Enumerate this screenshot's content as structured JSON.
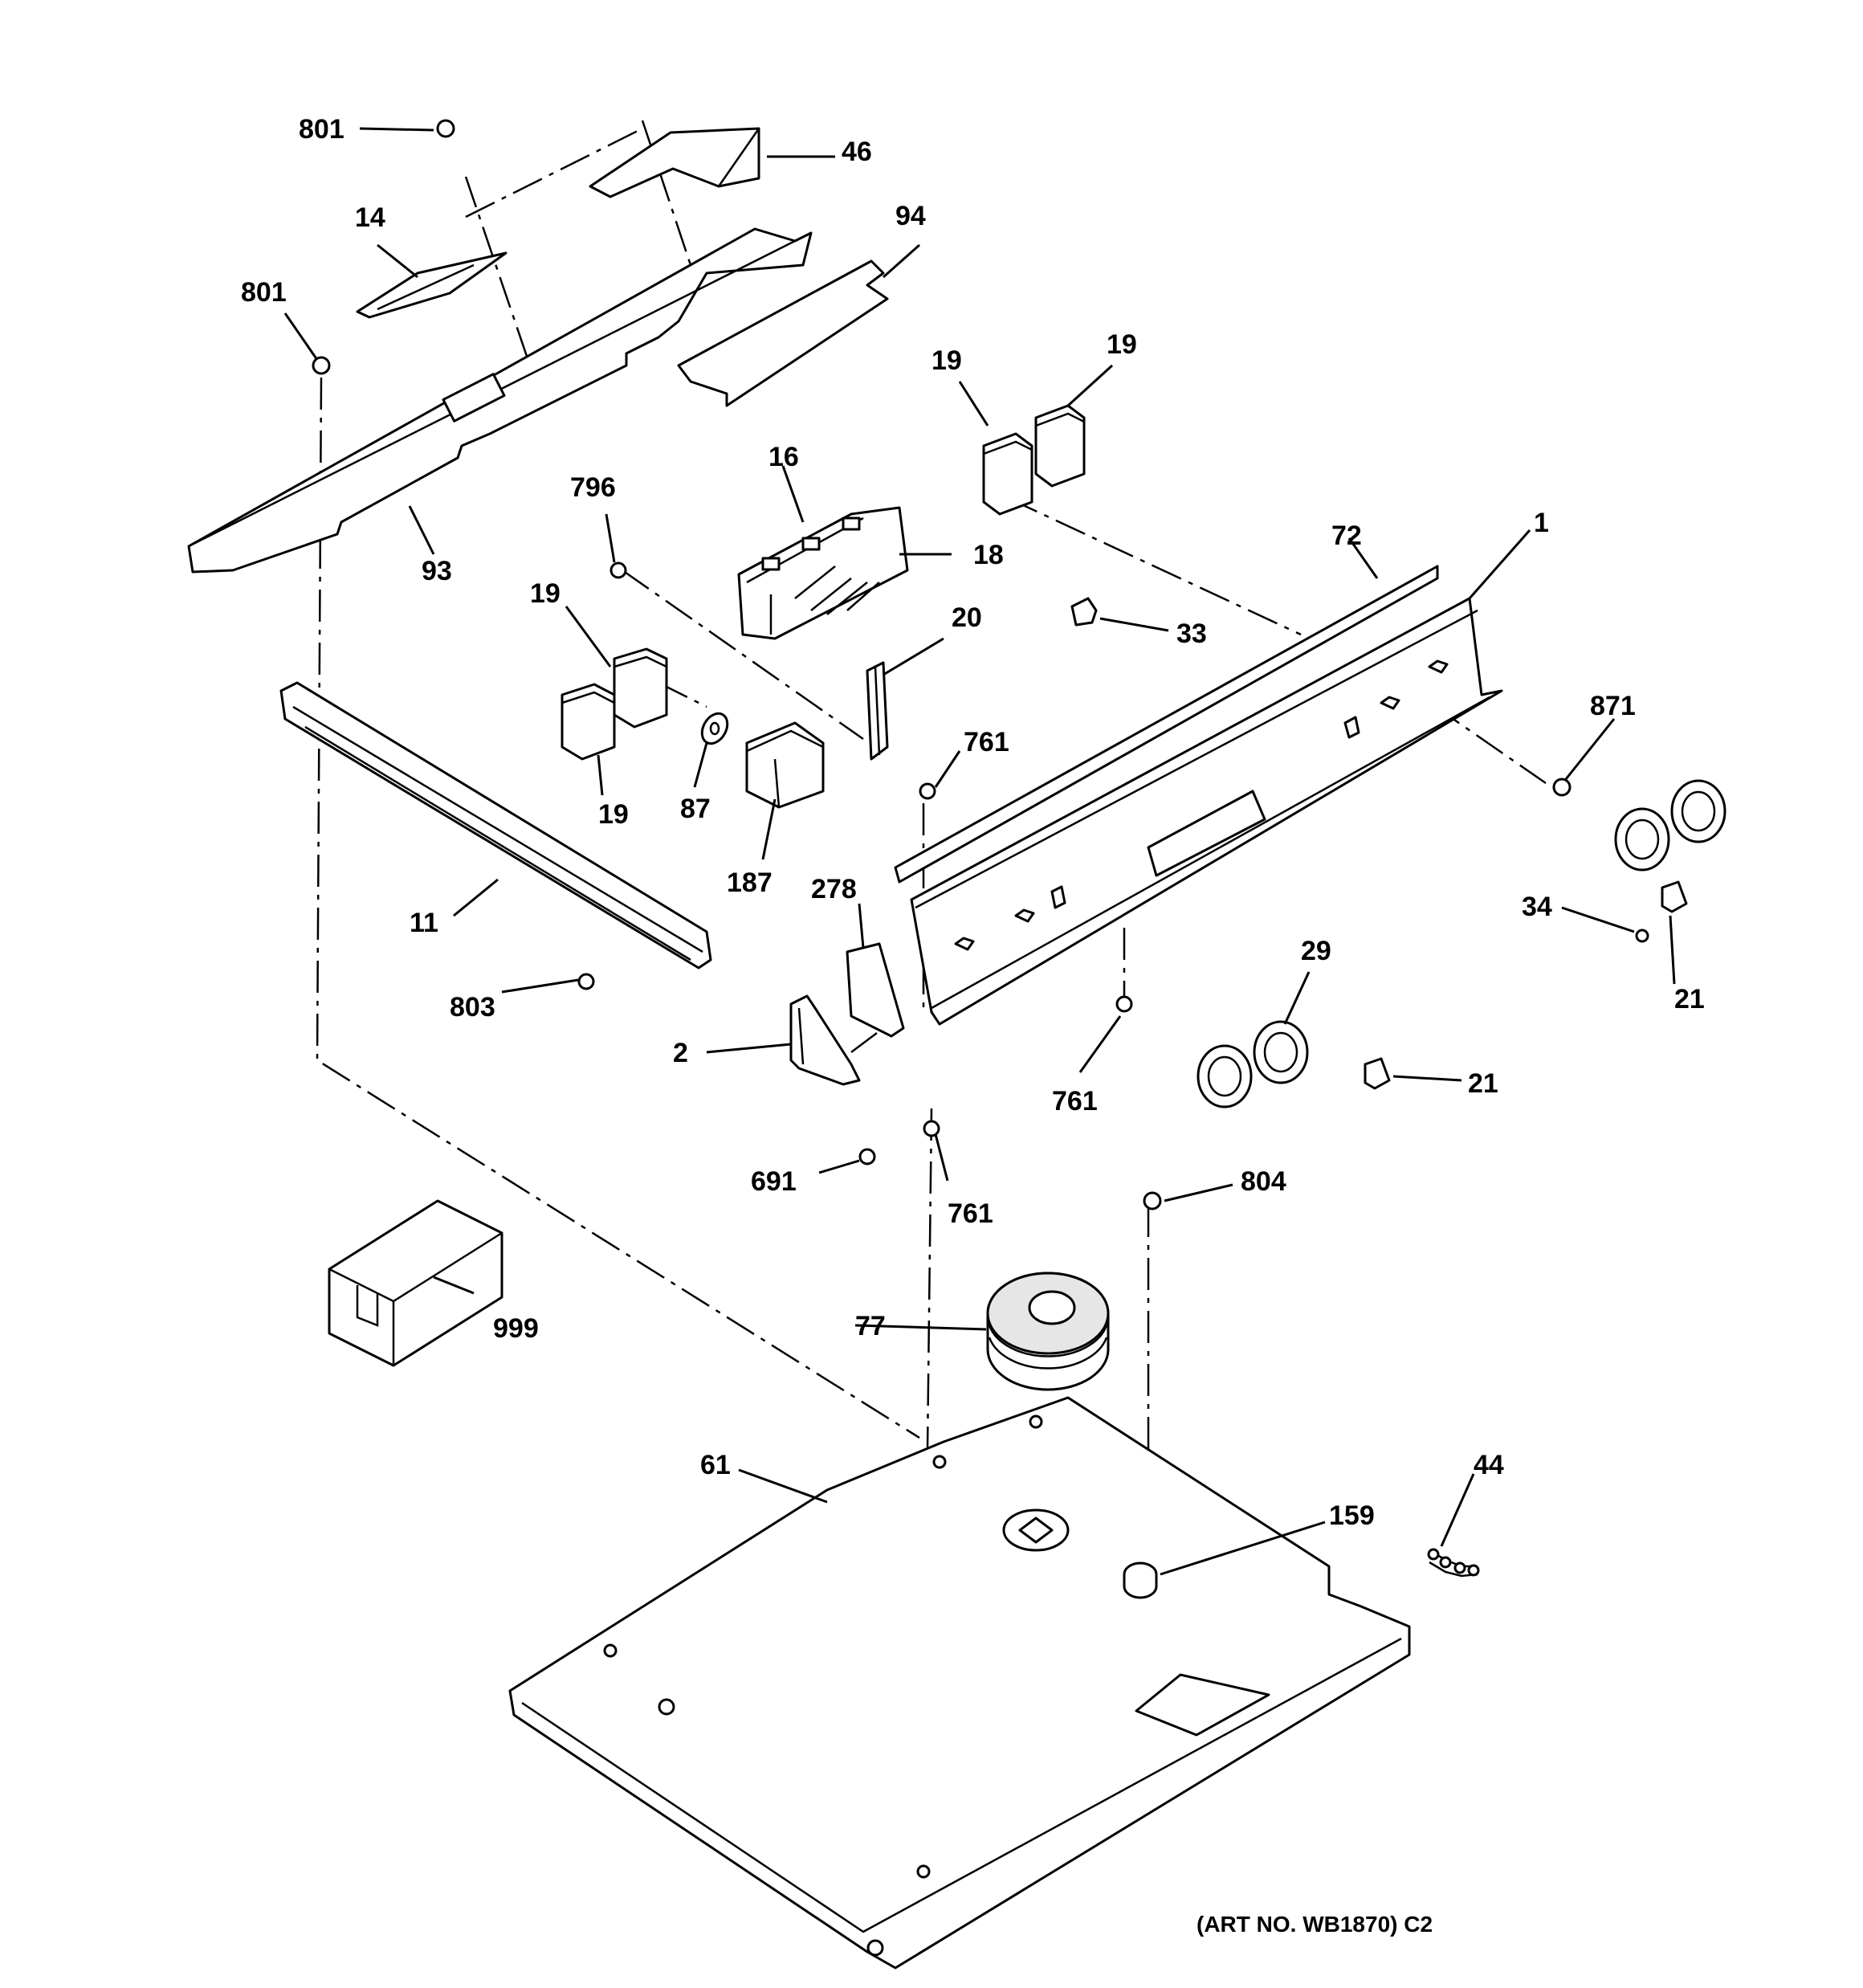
{
  "art_number": "(ART NO. WB1870) C2",
  "callouts": [
    "801",
    "46",
    "14",
    "94",
    "801",
    "19",
    "19",
    "16",
    "796",
    "18",
    "93",
    "72",
    "1",
    "20",
    "33",
    "19",
    "871",
    "761",
    "87",
    "19",
    "187",
    "278",
    "11",
    "34",
    "803",
    "29",
    "21",
    "2",
    "761",
    "21",
    "691",
    "761",
    "804",
    "999",
    "77",
    "61",
    "44",
    "159"
  ]
}
